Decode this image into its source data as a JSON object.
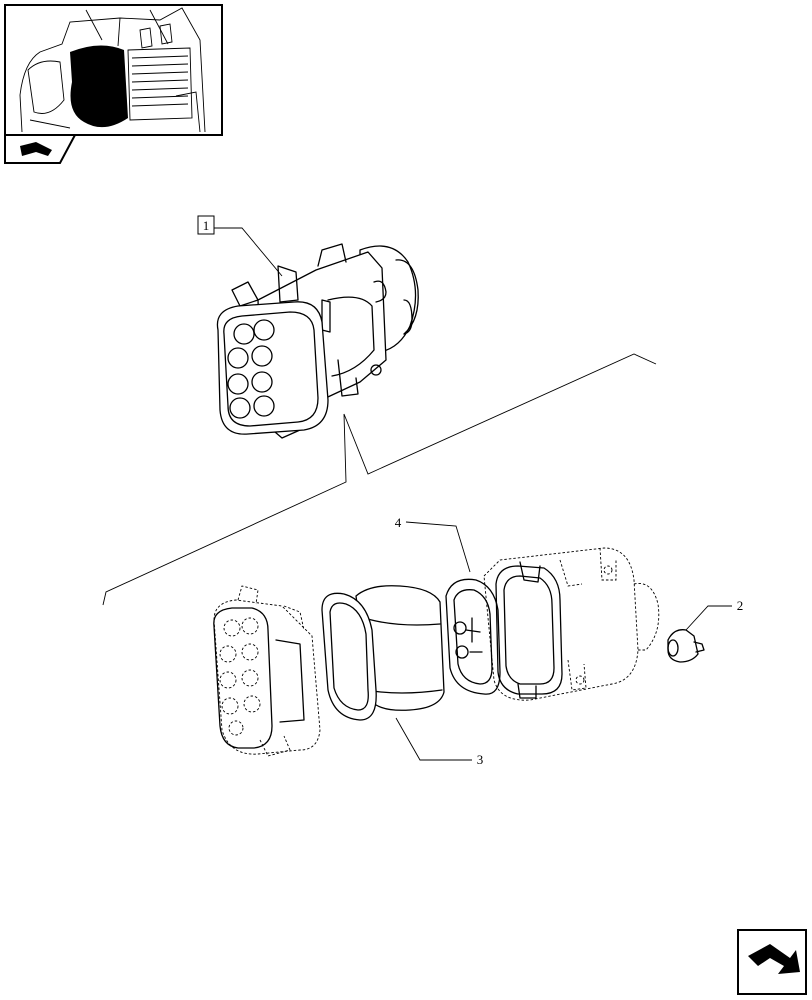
{
  "callouts": {
    "part_1": "1",
    "part_2": "2",
    "part_3": "3",
    "part_4": "4"
  },
  "icons": {
    "thumbnail": "machine-location-thumbnail",
    "thumbnail_tab": "book-arrow-icon",
    "next_page": "next-page-arrow-icon"
  }
}
